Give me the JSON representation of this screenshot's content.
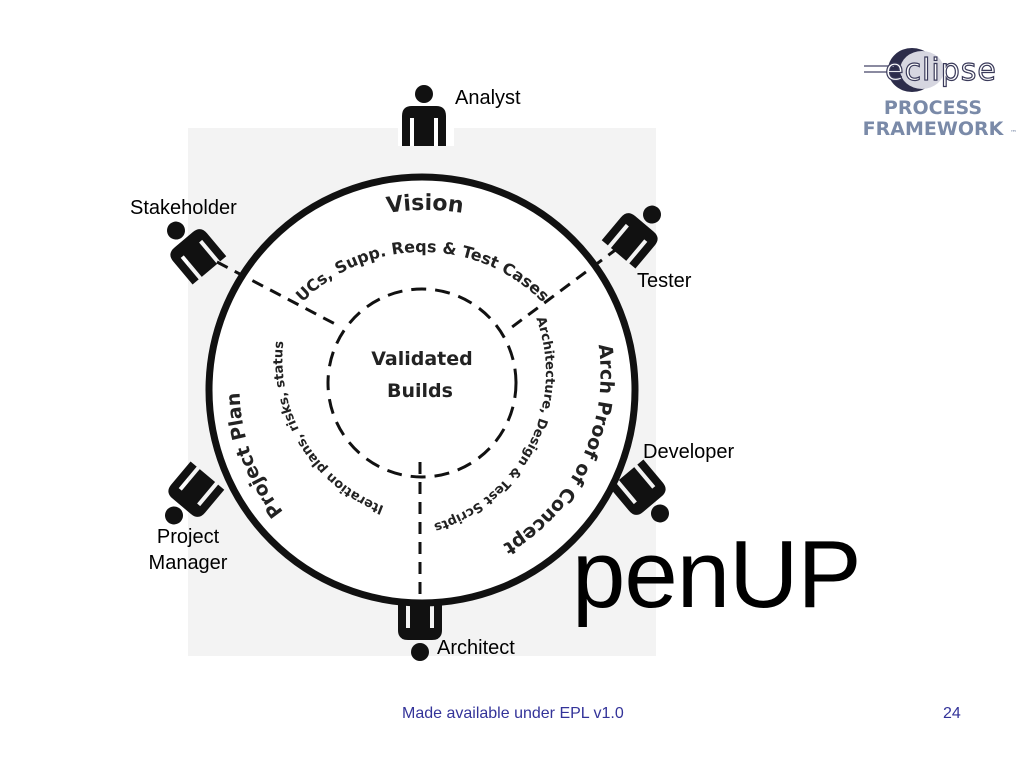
{
  "roles": {
    "analyst": "Analyst",
    "stakeholder": "Stakeholder",
    "tester": "Tester",
    "developer": "Developer",
    "project_manager": [
      "Project",
      "Manager"
    ],
    "architect": "Architect"
  },
  "outer_ring": {
    "vision": "Vision",
    "arch_proof": "Arch Proof of Concept",
    "project_plan": "Project Plan"
  },
  "inner_ring": {
    "requirements": "UCs, Supp. Reqs & Test Cases",
    "architecture": "Architecture, Design & Test Scripts",
    "iteration": "Iteration plans, risks, status"
  },
  "center": [
    "Validated",
    "Builds"
  ],
  "title": "penUP",
  "logo": {
    "name": "eclipse",
    "line1": "PROCESS",
    "line2": "FRAMEWORK",
    "mark": "™"
  },
  "footer": {
    "license": "Made available under EPL v1.0",
    "page": "24"
  },
  "colors": {
    "footer_text": "#333399",
    "logo_text": "#7a8aa8"
  }
}
